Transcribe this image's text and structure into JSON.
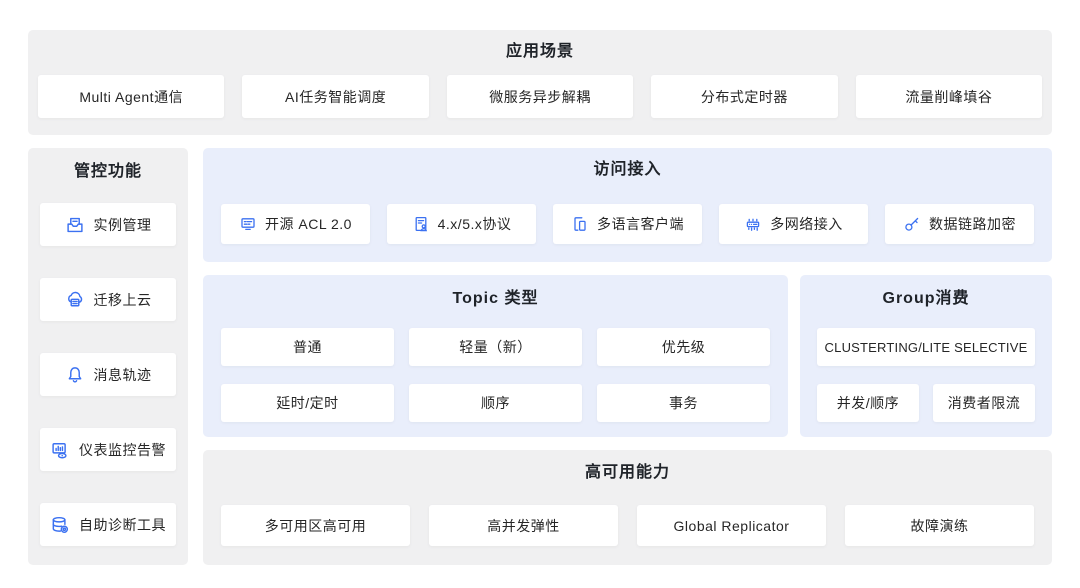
{
  "colors": {
    "accent_blue": "#3B71F1",
    "panel_blue": "#E9EEFB",
    "panel_gray": "#F0F0F1",
    "card_white": "#FFFFFF",
    "text": "#262626"
  },
  "scenarios": {
    "title": "应用场景",
    "items": [
      "Multi Agent通信",
      "AI任务智能调度",
      "微服务异步解耦",
      "分布式定时器",
      "流量削峰填谷"
    ]
  },
  "management": {
    "title": "管控功能",
    "items": [
      {
        "icon": "instance-manage-icon",
        "label": "实例管理"
      },
      {
        "icon": "cloud-migration-icon",
        "label": "迁移上云"
      },
      {
        "icon": "message-trace-bell-icon",
        "label": "消息轨迹"
      },
      {
        "icon": "dashboard-monitor-icon",
        "label": "仪表监控告警"
      },
      {
        "icon": "diagnosis-database-icon",
        "label": "自助诊断工具"
      }
    ]
  },
  "access": {
    "title": "访问接入",
    "items": [
      {
        "icon": "acl-screen-icon",
        "label": "开源 ACL 2.0"
      },
      {
        "icon": "protocol-doc-icon",
        "label": "4.x/5.x协议"
      },
      {
        "icon": "multi-device-icon",
        "label": "多语言客户端"
      },
      {
        "icon": "network-switch-icon",
        "label": "多网络接入"
      },
      {
        "icon": "key-icon",
        "label": "数据链路加密"
      }
    ]
  },
  "topic": {
    "title": "Topic 类型",
    "rows": [
      [
        "普通",
        "轻量（新）",
        "优先级"
      ],
      [
        "延时/定时",
        "顺序",
        "事务"
      ]
    ]
  },
  "group": {
    "title": "Group消费",
    "wide_item": "CLUSTERTING/LITE SELECTIVE",
    "items": [
      "并发/顺序",
      "消费者限流"
    ]
  },
  "ha": {
    "title": "高可用能力",
    "items": [
      "多可用区高可用",
      "高并发弹性",
      "Global Replicator",
      "故障演练"
    ]
  }
}
